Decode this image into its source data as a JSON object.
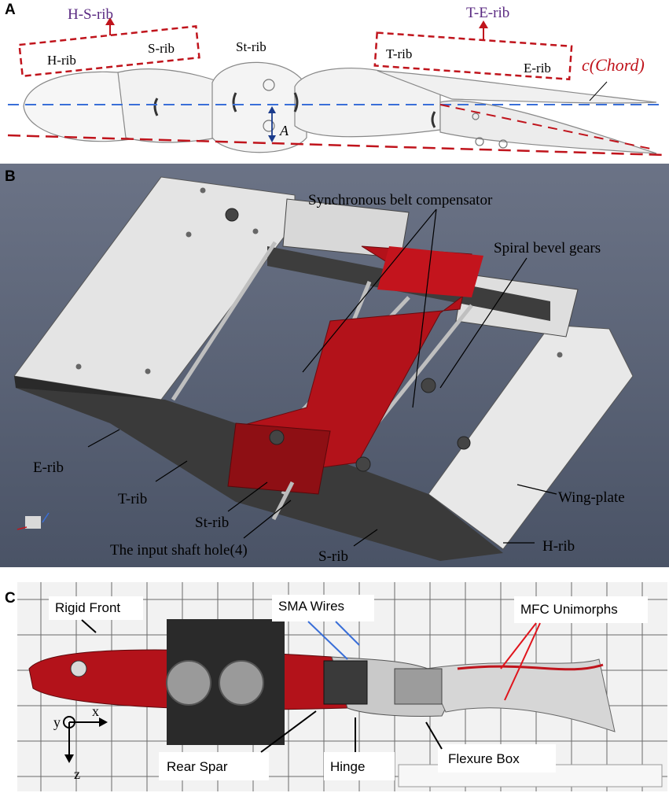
{
  "panel_a": {
    "letter": "A",
    "labels": {
      "hs_rib": "H-S-rib",
      "h_rib": "H-rib",
      "s_rib": "S-rib",
      "st_rib": "St-rib",
      "te_rib": "T-E-rib",
      "t_rib": "T-rib",
      "e_rib": "E-rib",
      "chord": "c(Chord)",
      "amplitude": "A"
    }
  },
  "panel_b": {
    "letter": "B",
    "labels": {
      "sync_belt": "Synchronous belt compensator",
      "spiral_bevel": "Spiral bevel gears",
      "e_rib": "E-rib",
      "t_rib": "T-rib",
      "st_rib": "St-rib",
      "input_shaft": "The input shaft hole(4)",
      "s_rib": "S-rib",
      "h_rib": "H-rib",
      "wing_plate": "Wing-plate"
    }
  },
  "panel_c": {
    "letter": "C",
    "labels": {
      "rigid_front": "Rigid Front",
      "sma_wires": "SMA Wires",
      "mfc": "MFC Unimorphs",
      "rear_spar": "Rear Spar",
      "hinge": "Hinge",
      "flexure_box": "Flexure Box",
      "axis_y": "y",
      "axis_x": "x",
      "axis_z": "z"
    }
  },
  "colors": {
    "accent_red": "#c0141c",
    "purple": "#5a2a82",
    "blue_dash": "#3a6fd8",
    "panel_b_bg": "#5b6477",
    "wing_red": "#b3121a"
  }
}
